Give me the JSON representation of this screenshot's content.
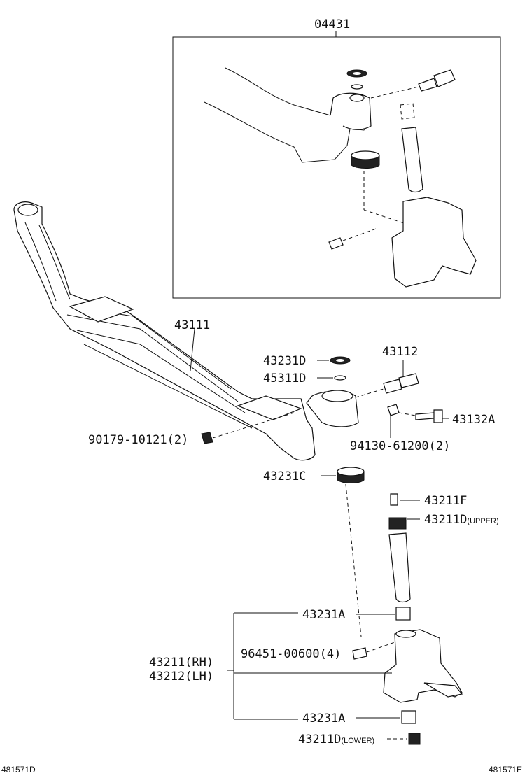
{
  "diagram": {
    "box": {
      "part": "04431"
    },
    "parts": {
      "axle_beam": "43111",
      "upper_thrust_washer": "43231D",
      "shim": "45311D",
      "king_pin": "43112",
      "lock_bolt": "43132A",
      "nut": "90179-10121",
      "nut_qty": "(2)",
      "lock_bolt_washer": "94130-61200",
      "lock_bolt_washer_qty": "(2)",
      "thrust_bearing": "43231C",
      "grease_fitting": "43211F",
      "upper_cap": "43211D",
      "upper_cap_qual": "(UPPER)",
      "upper_bushing": "43231A",
      "nipple": "96451-00600",
      "nipple_qty": "(4)",
      "knuckle_rh": "43211",
      "knuckle_rh_qual": "(RH)",
      "knuckle_lh": "43212",
      "knuckle_lh_qual": "(LH)",
      "lower_bushing": "43231A",
      "lower_cap": "43211D",
      "lower_cap_qual": "(LOWER)"
    },
    "refs": {
      "left": "481571D",
      "right": "481571E"
    }
  }
}
